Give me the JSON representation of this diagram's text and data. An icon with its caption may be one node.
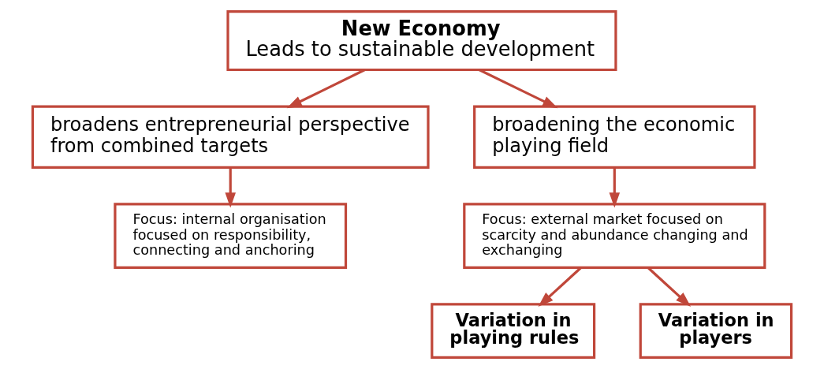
{
  "diagram": {
    "nodes": [
      {
        "text": [
          "New Economy",
          "Leads to sustainable development"
        ]
      },
      {
        "text": [
          "broadens entrepreneurial perspective from combined targets"
        ]
      },
      {
        "text": [
          "broadening the economic playing field"
        ]
      },
      {
        "text": [
          "Focus: internal organisation focused on responsibility, connecting and anchoring"
        ]
      },
      {
        "text": [
          "Focus: external market focused on scarcity and abundance changing and exchanging"
        ]
      },
      {
        "text": [
          "Variation in playing rules"
        ]
      },
      {
        "text": [
          "Variation in players"
        ]
      }
    ],
    "edges": [
      {
        "from": 0,
        "to": 1,
        "arrow": "to"
      },
      {
        "from": 0,
        "to": 2,
        "arrow": "to"
      },
      {
        "from": 1,
        "to": 3,
        "arrow": "to"
      },
      {
        "from": 2,
        "to": 4,
        "arrow": "to"
      },
      {
        "from": 4,
        "to": 5,
        "arrow": "to"
      },
      {
        "from": 4,
        "to": 6,
        "arrow": "to"
      }
    ]
  }
}
